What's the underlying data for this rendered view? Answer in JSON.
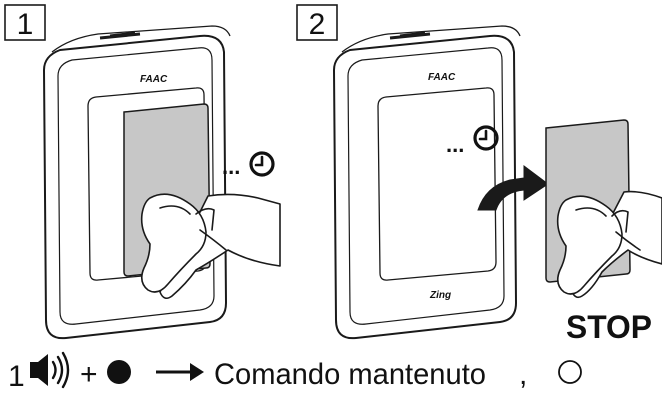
{
  "steps": [
    {
      "number": "1"
    },
    {
      "number": "2"
    }
  ],
  "device": {
    "brand": "FAAC",
    "signature": "Zing"
  },
  "wait_text": "...",
  "stop_text": "STOP",
  "caption": {
    "count": "1",
    "plus": "+",
    "command": "Comando mantenuto",
    "separator": ","
  },
  "colors": {
    "line": "#1a1a1a",
    "card": "#c7c7c7",
    "ink": "#111111",
    "background": "#ffffff"
  },
  "icons": [
    "clock-icon",
    "speaker-icon",
    "led-on-icon",
    "arrow-right-icon",
    "led-off-icon",
    "curved-arrow-icon"
  ]
}
